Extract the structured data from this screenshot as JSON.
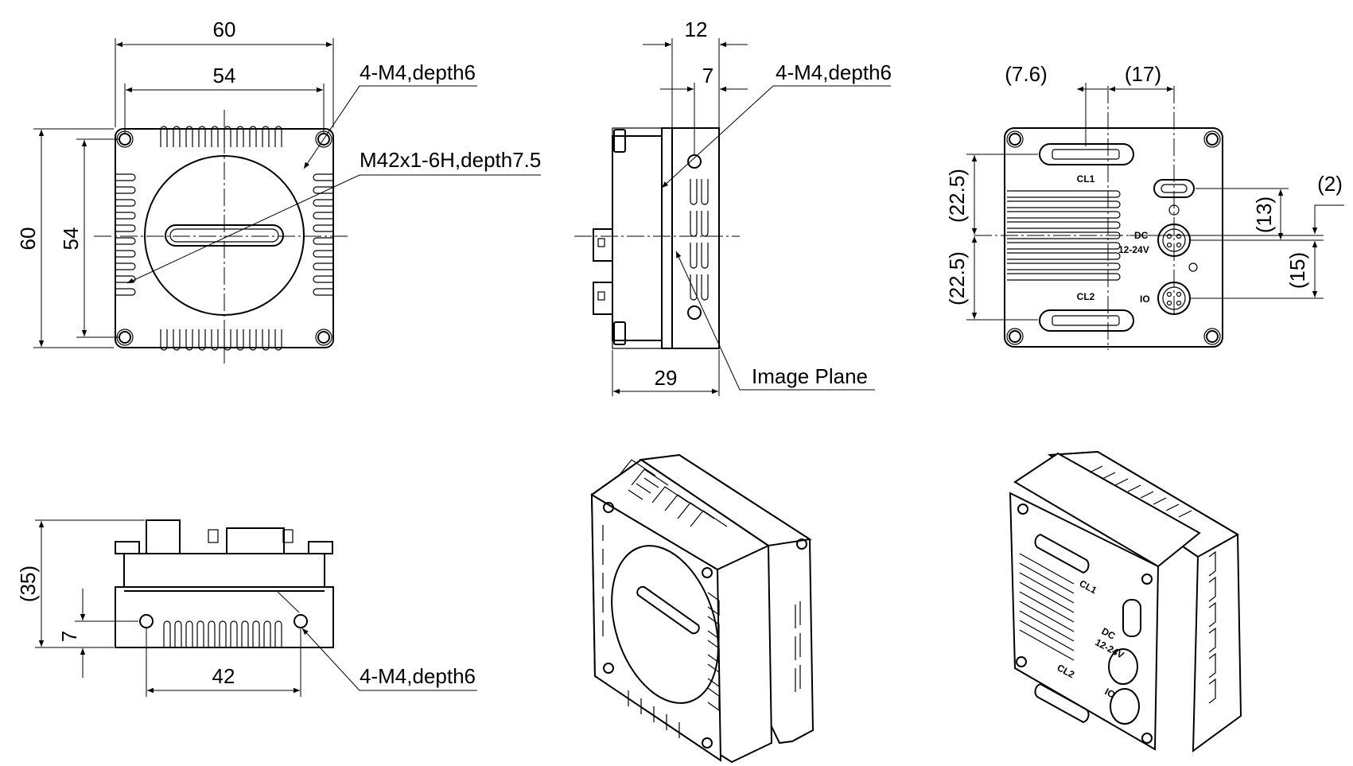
{
  "front_view": {
    "width_outer": "60",
    "width_holes": "54",
    "height_outer": "60",
    "height_holes": "54",
    "callout_holes": "4-M4,depth6",
    "callout_mount": "M42x1-6H,depth7.5"
  },
  "side_view": {
    "dim_top": "12",
    "dim_hole_offset": "7",
    "dim_depth": "29",
    "callout_holes": "4-M4,depth6",
    "callout_plane": "Image Plane"
  },
  "rear_view": {
    "dim_left": "(7.6)",
    "dim_right": "(17)",
    "dim_upper": "(22.5)",
    "dim_lower": "(22.5)",
    "dim_r13": "(13)",
    "dim_r2": "(2)",
    "dim_r15": "(15)",
    "port_cl1": "CL1",
    "port_cl2": "CL2",
    "port_dc": "DC",
    "port_dc_voltage": "12-24V",
    "port_io": "IO"
  },
  "bottom_view": {
    "dim_height": "(35)",
    "dim_hole_height": "7",
    "dim_hole_spacing": "42",
    "callout_holes": "4-M4,depth6"
  },
  "iso_rear": {
    "port_cl1": "CL1",
    "port_cl2": "CL2",
    "port_dc": "DC",
    "port_dc_voltage": "12-24V",
    "port_io": "IO"
  }
}
